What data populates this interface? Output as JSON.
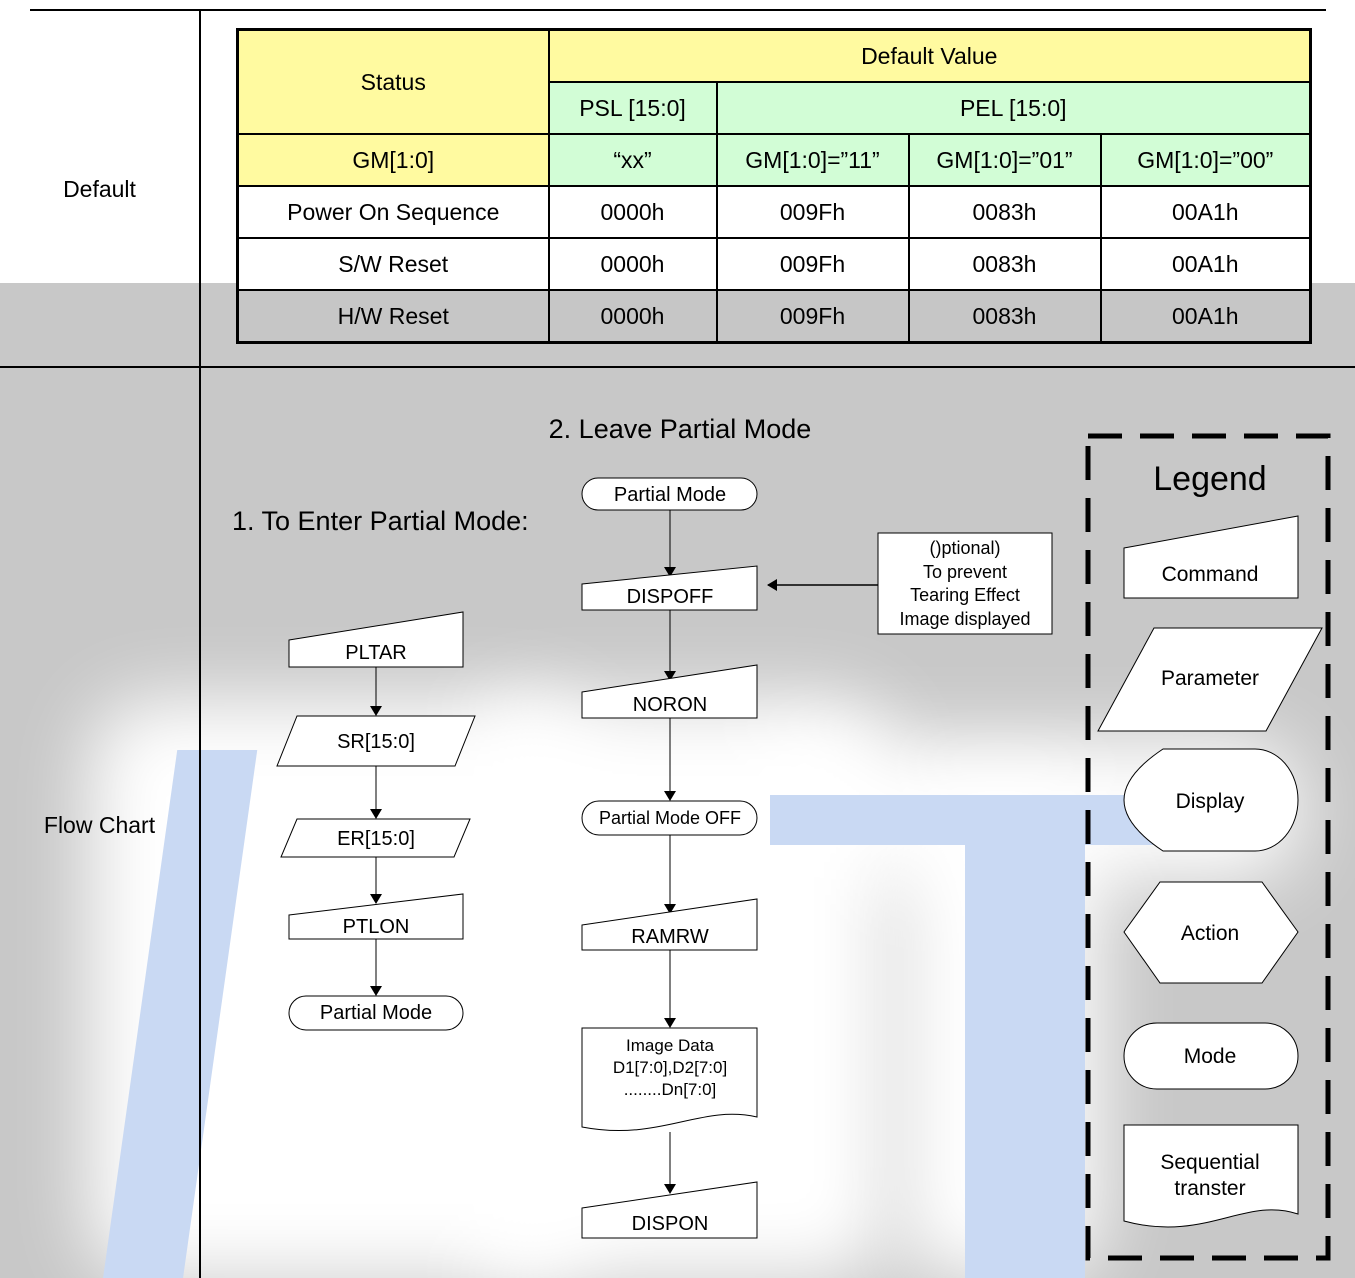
{
  "rows": {
    "default_label": "Default",
    "flowchart_label": "Flow Chart"
  },
  "table": {
    "status_header": "Status",
    "default_value_header": "Default Value",
    "psl_header": "PSL [15:0]",
    "pel_header": "PEL [15:0]",
    "gm_label": "GM[1:0]",
    "gm_values": [
      "“xx”",
      "GM[1:0]=”11”",
      "GM[1:0]=”01”",
      "GM[1:0]=”00”"
    ],
    "rows": [
      {
        "status": "Power On Sequence",
        "values": [
          "0000h",
          "009Fh",
          "0083h",
          "00A1h"
        ]
      },
      {
        "status": "S/W Reset",
        "values": [
          "0000h",
          "009Fh",
          "0083h",
          "00A1h"
        ]
      },
      {
        "status": "H/W Reset",
        "values": [
          "0000h",
          "009Fh",
          "0083h",
          "00A1h"
        ]
      }
    ]
  },
  "flowchart": {
    "leave_title": "2. Leave Partial Mode",
    "enter_title": "1. To Enter Partial Mode:",
    "enter_steps": {
      "pltar": "PLTAR",
      "sr": "SR[15:0]",
      "er": "ER[15:0]",
      "ptlon": "PTLON",
      "partial_mode": "Partial Mode"
    },
    "leave_steps": {
      "partial_mode": "Partial Mode",
      "dispoff": "DISPOFF",
      "noron": "NORON",
      "partial_mode_off": "Partial Mode OFF",
      "ramrw": "RAMRW",
      "image_data": [
        "Image Data",
        "D1[7:0],D2[7:0]",
        "........Dn[7:0]"
      ],
      "dispon": "DISPON"
    },
    "note": [
      "()ptional)",
      "To prevent",
      "Tearing Effect",
      "Image displayed"
    ]
  },
  "legend": {
    "title": "Legend",
    "command": "Command",
    "parameter": "Parameter",
    "display": "Display",
    "action": "Action",
    "mode": "Mode",
    "sequential": [
      "Sequential",
      "transter"
    ]
  }
}
